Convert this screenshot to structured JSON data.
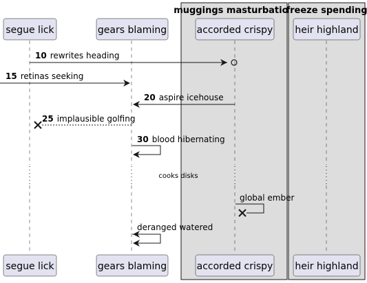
{
  "boxes": [
    {
      "title": "muggings masturbation"
    },
    {
      "title": "freeze spending"
    }
  ],
  "participants": [
    {
      "name": "segue lick"
    },
    {
      "name": "gears blaming"
    },
    {
      "name": "accorded crispy"
    },
    {
      "name": "heir highland"
    }
  ],
  "messages": [
    {
      "number": "10",
      "text": "rewrites heading",
      "from": "segue lick",
      "to": "accorded crispy",
      "style": "solid",
      "end": "circle"
    },
    {
      "number": "15",
      "text": "retinas seeking",
      "from": "[",
      "to": "gears blaming",
      "style": "solid",
      "end": "arrow"
    },
    {
      "number": "20",
      "text": "aspire icehouse",
      "from": "accorded crispy",
      "to": "gears blaming",
      "style": "solid",
      "end": "arrow"
    },
    {
      "number": "25",
      "text": "implausible golfing",
      "from": "gears blaming",
      "to": "segue lick",
      "style": "dashed",
      "end": "cross"
    },
    {
      "number": "30",
      "text": "blood hibernating",
      "from": "gears blaming",
      "to": "gears blaming",
      "style": "solid",
      "end": "arrow"
    },
    {
      "number": "",
      "text": "global ember",
      "from": "accorded crispy",
      "to": "accorded crispy",
      "style": "solid",
      "end": "cross"
    },
    {
      "number": "",
      "text": "deranged watered",
      "from": "gears blaming",
      "to": "gears blaming",
      "style": "solid",
      "end": "arrow"
    }
  ],
  "divider": {
    "text": "cooks disks"
  },
  "colors": {
    "participant_fill": "#E2E2F0",
    "participant_border": "#181818",
    "box_fill": "#DDDDDD",
    "line": "#181818"
  }
}
